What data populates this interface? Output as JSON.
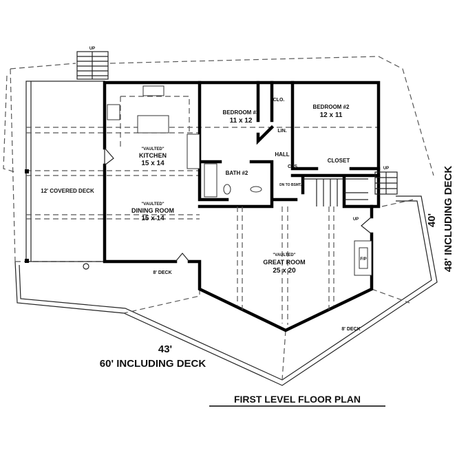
{
  "title": "FIRST LEVEL FLOOR PLAN",
  "rooms": {
    "kitchen": {
      "note": "\"VAULTED\"",
      "name": "KITCHEN",
      "size": "15 x 14"
    },
    "dining": {
      "note": "\"VAULTED\"",
      "name": "DINING ROOM",
      "size": "15 x 14"
    },
    "bedroom3": {
      "name": "BEDROOM #3",
      "size": "11 x 12"
    },
    "bedroom2": {
      "name": "BEDROOM #2",
      "size": "12 x 11"
    },
    "bath2": {
      "name": "BATH #2"
    },
    "great": {
      "note": "\"VAULTED\"",
      "name": "GREAT ROOM",
      "size": "25 x 20"
    },
    "clo": "CLO.",
    "lin": "LIN.",
    "hall": "HALL",
    "cts": "CTS.",
    "closet": "CLOSET",
    "stairs": "DN TO BSMT.",
    "fp": "F/P"
  },
  "decks": {
    "covered": "12' COVERED DECK",
    "deck_left": "8' DECK",
    "deck_right": "8' DECK",
    "up_top": "UP",
    "up_right": "UP",
    "up_inner": "UP"
  },
  "dimensions": {
    "width": "43'",
    "width_deck": "60' INCLUDING DECK",
    "depth": "40'",
    "depth_deck": "48' INCLUDING DECK"
  }
}
